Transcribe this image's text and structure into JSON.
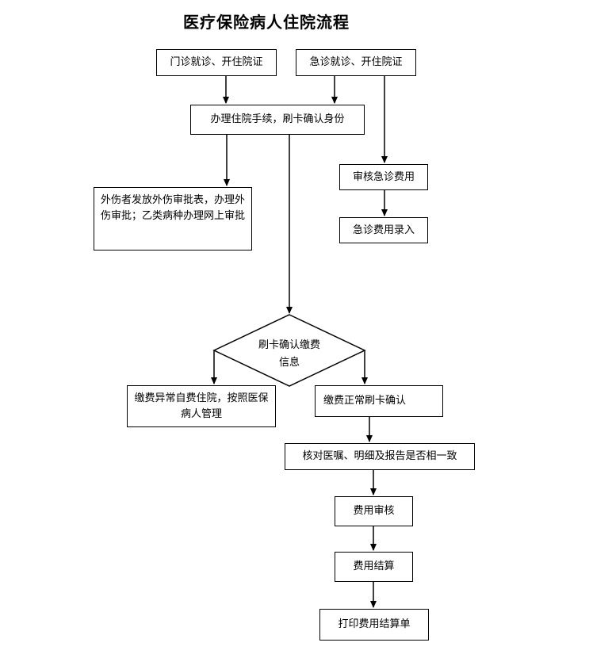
{
  "title": "医疗保险病人住院流程",
  "nodes": {
    "outpatient": "门诊就诊、开住院证",
    "emergency": "急诊就诊、开住院证",
    "admission": "办理住院手续，刷卡确认身份",
    "injury_approval": "外伤者发放外伤审批表，办理外伤审批；乙类病种办理网上审批",
    "review_emergency_fee": "审核急诊费用",
    "enter_emergency_fee": "急诊费用录入",
    "confirm_payment_decision": "刷卡确认缴费信息",
    "abnormal_payment": "缴费异常自费住院，按照医保病人管理",
    "normal_payment": "缴费正常刷卡确认",
    "verify_orders": "核对医嘱、明细及报告是否相一致",
    "fee_review": "费用审核",
    "fee_settlement": "费用结算",
    "print_settlement": "打印费用结算单"
  }
}
